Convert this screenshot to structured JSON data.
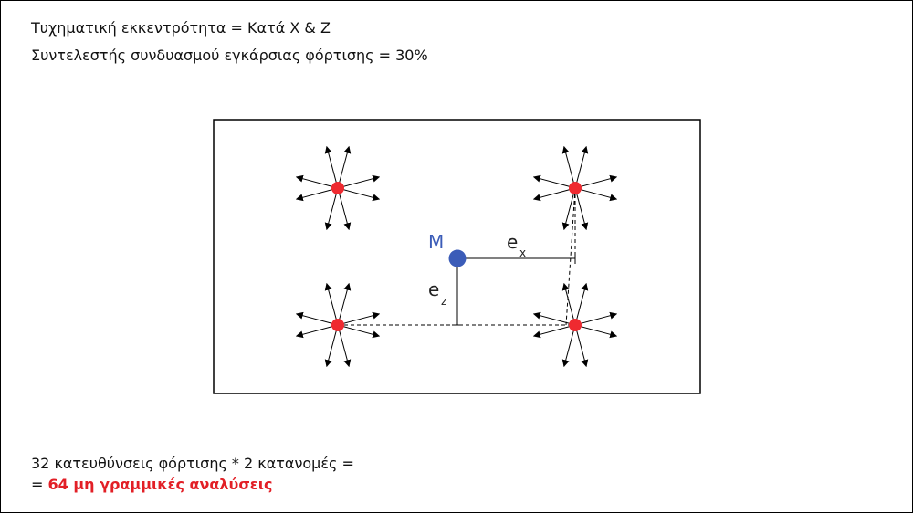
{
  "header": {
    "eccentricity_text": "Τυχηματική εκκεντρότητα = Κατά Χ & Ζ",
    "combination_text": "Συντελεστής συνδυασμού εγκάρσιας φόρτισης = 30%"
  },
  "footer": {
    "formula_text": "32 κατευθύνσεις φόρτισης * 2 κατανομές =",
    "result_prefix": "= ",
    "result_highlight": "64 μη γραμμικές αναλύσεις"
  },
  "diagram": {
    "mass_center_label": "M",
    "ex_label": "e",
    "ex_subscript": "x",
    "ez_label": "e",
    "ez_subscript": "z"
  },
  "colors": {
    "load_point": "#ef2a30",
    "mass_center": "#3b5cb8",
    "highlight_text": "#e21f26"
  },
  "icons": {
    "load_direction": "arrow-star-icon"
  }
}
